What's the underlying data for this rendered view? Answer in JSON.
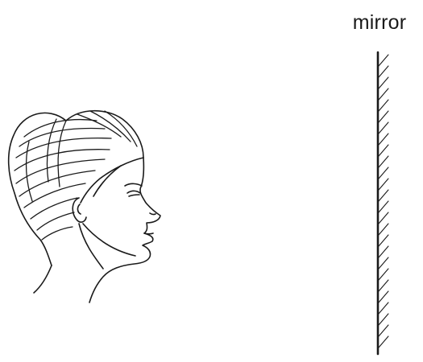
{
  "labels": {
    "mirror": "mirror"
  },
  "figure": {
    "subject": "person-head-profile",
    "object": "plane-mirror",
    "line_color": "#1a1a1a",
    "background": "#ffffff"
  }
}
